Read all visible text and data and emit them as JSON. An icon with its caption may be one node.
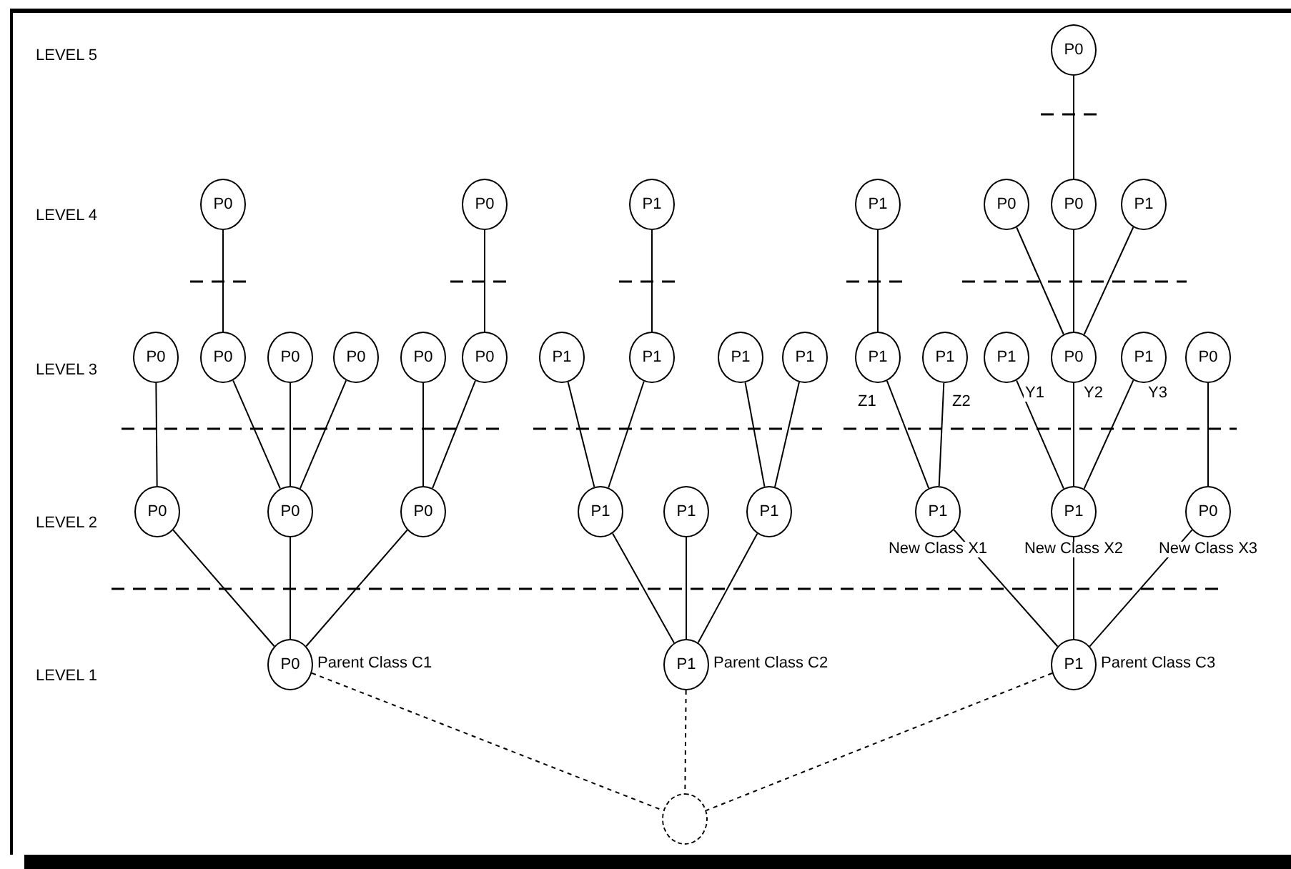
{
  "diagram": {
    "nodes": [
      {
        "text": [
          "P0"
        ]
      },
      {
        "text": [
          "P0"
        ]
      },
      {
        "text": [
          "P0"
        ]
      },
      {
        "text": [
          "P1"
        ]
      },
      {
        "text": [
          "P1"
        ]
      },
      {
        "text": [
          "P0"
        ]
      },
      {
        "text": [
          "P0"
        ]
      },
      {
        "text": [
          "P1"
        ]
      },
      {
        "text": [
          "P0"
        ]
      },
      {
        "text": [
          "P0"
        ]
      },
      {
        "text": [
          "P0"
        ]
      },
      {
        "text": [
          "P0"
        ]
      },
      {
        "text": [
          "P0"
        ]
      },
      {
        "text": [
          "P0"
        ]
      },
      {
        "text": [
          "P1"
        ]
      },
      {
        "text": [
          "P1"
        ]
      },
      {
        "text": [
          "P1"
        ]
      },
      {
        "text": [
          "P1"
        ]
      },
      {
        "text": [
          "P1"
        ]
      },
      {
        "text": [
          "P1"
        ]
      },
      {
        "text": [
          "P1"
        ]
      },
      {
        "text": [
          "P0"
        ]
      },
      {
        "text": [
          "P1"
        ]
      },
      {
        "text": [
          "P0"
        ]
      },
      {
        "text": [
          "P0"
        ]
      },
      {
        "text": [
          "P0"
        ]
      },
      {
        "text": [
          "P0"
        ]
      },
      {
        "text": [
          "P1"
        ]
      },
      {
        "text": [
          "P1"
        ]
      },
      {
        "text": [
          "P1"
        ]
      },
      {
        "text": [
          "P1"
        ],
        "beside": [
          "New Class X1"
        ]
      },
      {
        "text": [
          "P1"
        ],
        "beside": [
          "New Class X2"
        ]
      },
      {
        "text": [
          "P0"
        ],
        "beside": [
          "New Class X3"
        ]
      },
      {
        "text": [
          "P0"
        ],
        "beside": [
          "Parent Class C1"
        ]
      },
      {
        "text": [
          "P1"
        ],
        "beside": [
          "Parent Class C2"
        ]
      },
      {
        "text": [
          "P1"
        ],
        "beside": [
          "Parent Class C3"
        ]
      },
      {
        "text": [],
        "shape": "circle"
      }
    ],
    "edges": [
      {
        "from": 0,
        "to": 6,
        "arrow": "none"
      },
      {
        "from": 1,
        "to": 9,
        "arrow": "none"
      },
      {
        "from": 2,
        "to": 13,
        "arrow": "none"
      },
      {
        "from": 3,
        "to": 15,
        "arrow": "none"
      },
      {
        "from": 4,
        "to": 18,
        "arrow": "none"
      },
      {
        "from": 5,
        "to": 21,
        "arrow": "none"
      },
      {
        "from": 6,
        "to": 21,
        "arrow": "none"
      },
      {
        "from": 7,
        "to": 21,
        "arrow": "none"
      },
      {
        "from": 8,
        "to": 24,
        "arrow": "none"
      },
      {
        "from": 9,
        "to": 25,
        "arrow": "none"
      },
      {
        "from": 10,
        "to": 25,
        "arrow": "none"
      },
      {
        "from": 11,
        "to": 25,
        "arrow": "none"
      },
      {
        "from": 12,
        "to": 26,
        "arrow": "none"
      },
      {
        "from": 13,
        "to": 26,
        "arrow": "none"
      },
      {
        "from": 14,
        "to": 27,
        "arrow": "none"
      },
      {
        "from": 15,
        "to": 27,
        "arrow": "none"
      },
      {
        "from": 16,
        "to": 29,
        "arrow": "none"
      },
      {
        "from": 17,
        "to": 29,
        "arrow": "none"
      },
      {
        "from": 18,
        "to": 30,
        "arrow": "none",
        "label": "Z1"
      },
      {
        "from": 19,
        "to": 30,
        "arrow": "none",
        "label": "Z2"
      },
      {
        "from": 20,
        "to": 31,
        "arrow": "none",
        "label": "Y1"
      },
      {
        "from": 21,
        "to": 31,
        "arrow": "none",
        "label": "Y2"
      },
      {
        "from": 22,
        "to": 31,
        "arrow": "none",
        "label": "Y3"
      },
      {
        "from": 23,
        "to": 32,
        "arrow": "none"
      },
      {
        "from": 24,
        "to": 33,
        "arrow": "none"
      },
      {
        "from": 25,
        "to": 33,
        "arrow": "none"
      },
      {
        "from": 26,
        "to": 33,
        "arrow": "none"
      },
      {
        "from": 27,
        "to": 34,
        "arrow": "none"
      },
      {
        "from": 28,
        "to": 34,
        "arrow": "none"
      },
      {
        "from": 29,
        "to": 34,
        "arrow": "none"
      },
      {
        "from": 30,
        "to": 35,
        "arrow": "none"
      },
      {
        "from": 31,
        "to": 35,
        "arrow": "none"
      },
      {
        "from": 32,
        "to": 35,
        "arrow": "none"
      },
      {
        "from": 33,
        "to": 36,
        "arrow": "none",
        "style": "dashed"
      },
      {
        "from": 34,
        "to": 36,
        "arrow": "none",
        "style": "dashed"
      },
      {
        "from": 35,
        "to": 36,
        "arrow": "none",
        "style": "dashed"
      }
    ],
    "labels": [
      "LEVEL 5",
      "LEVEL 4",
      "LEVEL 3",
      "LEVEL 2",
      "LEVEL 1"
    ]
  }
}
